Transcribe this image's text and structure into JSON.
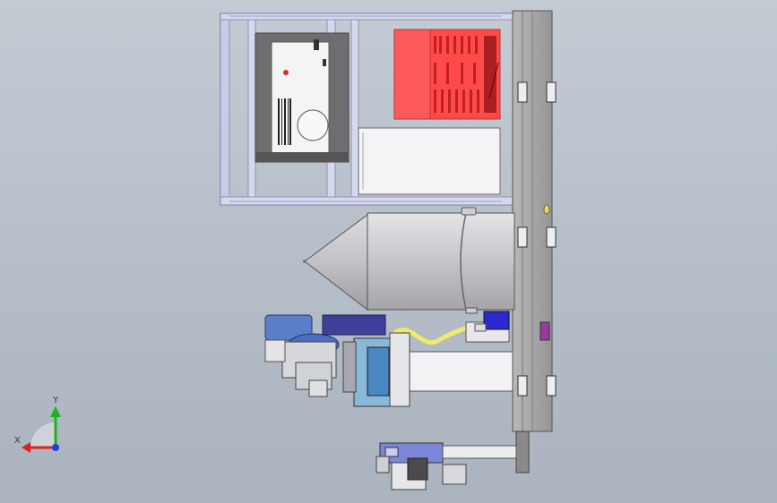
{
  "viewport": {
    "background": "#b9c1cb"
  },
  "triad": {
    "x_label": "X",
    "y_label": "Y",
    "x_color": "#e02020",
    "y_color": "#20b020",
    "z_color": "#2040e0"
  },
  "model": {
    "parts": [
      {
        "name": "cabinet-frame",
        "color": "#c9cce6"
      },
      {
        "name": "control-box",
        "color": "#f2f2f2"
      },
      {
        "name": "red-equipment",
        "color": "#ff5a5a"
      },
      {
        "name": "storage-tank",
        "color": "#c8c8cc"
      },
      {
        "name": "robot-arm",
        "color": "#7aa0d8"
      },
      {
        "name": "gripper-unit",
        "color": "#7b86d6"
      },
      {
        "name": "mounting-plate",
        "color": "#a7a7a7"
      }
    ]
  }
}
